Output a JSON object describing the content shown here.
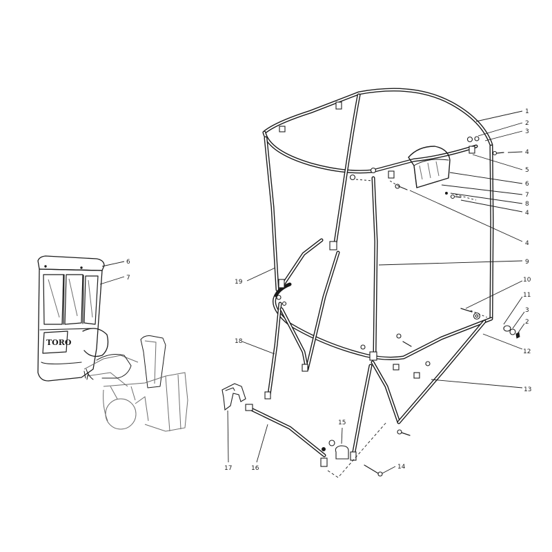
{
  "callouts": [
    {
      "id": "c1",
      "label": "1"
    },
    {
      "id": "c2a",
      "label": "2"
    },
    {
      "id": "c3a",
      "label": "3"
    },
    {
      "id": "c4a",
      "label": "4"
    },
    {
      "id": "c5",
      "label": "5"
    },
    {
      "id": "c6",
      "label": "6"
    },
    {
      "id": "c7",
      "label": "7"
    },
    {
      "id": "c8",
      "label": "8"
    },
    {
      "id": "c4b",
      "label": "4"
    },
    {
      "id": "c4c",
      "label": "4"
    },
    {
      "id": "c9",
      "label": "9"
    },
    {
      "id": "c10",
      "label": "10"
    },
    {
      "id": "c11",
      "label": "11"
    },
    {
      "id": "c3b",
      "label": "3"
    },
    {
      "id": "c2b",
      "label": "2"
    },
    {
      "id": "c12",
      "label": "12"
    },
    {
      "id": "c13",
      "label": "13"
    },
    {
      "id": "c14",
      "label": "14"
    },
    {
      "id": "c15",
      "label": "15"
    },
    {
      "id": "c16",
      "label": "16"
    },
    {
      "id": "c17",
      "label": "17"
    },
    {
      "id": "c18",
      "label": "18"
    },
    {
      "id": "c19",
      "label": "19"
    },
    {
      "id": "c6s",
      "label": "6"
    },
    {
      "id": "c7s",
      "label": "7"
    }
  ],
  "machine": {
    "logo": "TORO"
  }
}
